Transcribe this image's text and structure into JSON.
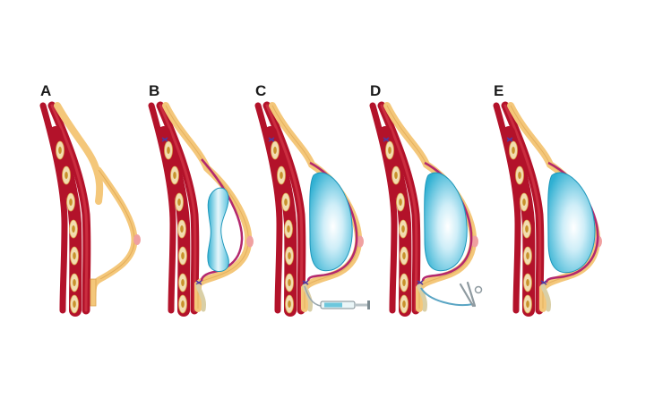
{
  "panels": [
    {
      "label": "A",
      "expander": "none",
      "tool": "none"
    },
    {
      "label": "B",
      "expander": "empty",
      "tool": "none"
    },
    {
      "label": "C",
      "expander": "filled",
      "tool": "syringe"
    },
    {
      "label": "D",
      "expander": "filled",
      "tool": "forceps"
    },
    {
      "label": "E",
      "expander": "implant",
      "tool": "none"
    }
  ],
  "colors": {
    "muscle": "#b3122a",
    "muscle_light": "#d8404e",
    "skin": "#f4c77a",
    "skin_edge": "#dba24c",
    "nipple": "#f0a0a0",
    "capsule": "#b3286e",
    "expander": "#2fb0d2",
    "expander_light": "#e9f7fc",
    "rib_fill": "#f2ddb0",
    "rib_dot": "#c8922b"
  }
}
